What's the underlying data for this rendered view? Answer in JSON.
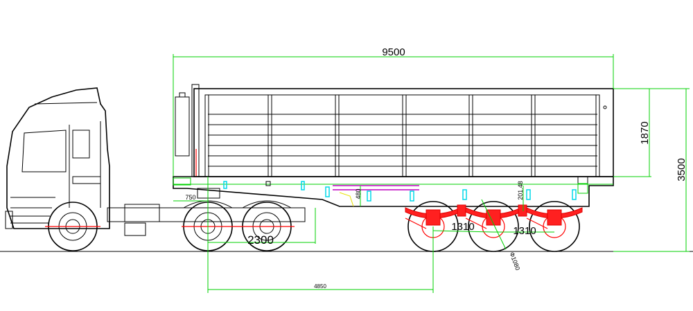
{
  "drawing": {
    "dimensions": {
      "overall_length": "9500",
      "box_height": "1870",
      "overall_height": "3500",
      "kingpin_offset": "750",
      "gooseneck_step": "480",
      "frame_to_axle": "201.48",
      "axle_spacing_1": "1310",
      "axle_spacing_2": "1310",
      "tractor_axle_spacing": "2300",
      "kingpin_to_axle": "4850",
      "wheel_diameter": "Φ1080"
    },
    "colors": {
      "outline": "#000000",
      "dimension_lines": "#00d000",
      "suspension": "#ff0000",
      "brackets": "#00d8e8",
      "air_line": "#c000c0"
    }
  }
}
